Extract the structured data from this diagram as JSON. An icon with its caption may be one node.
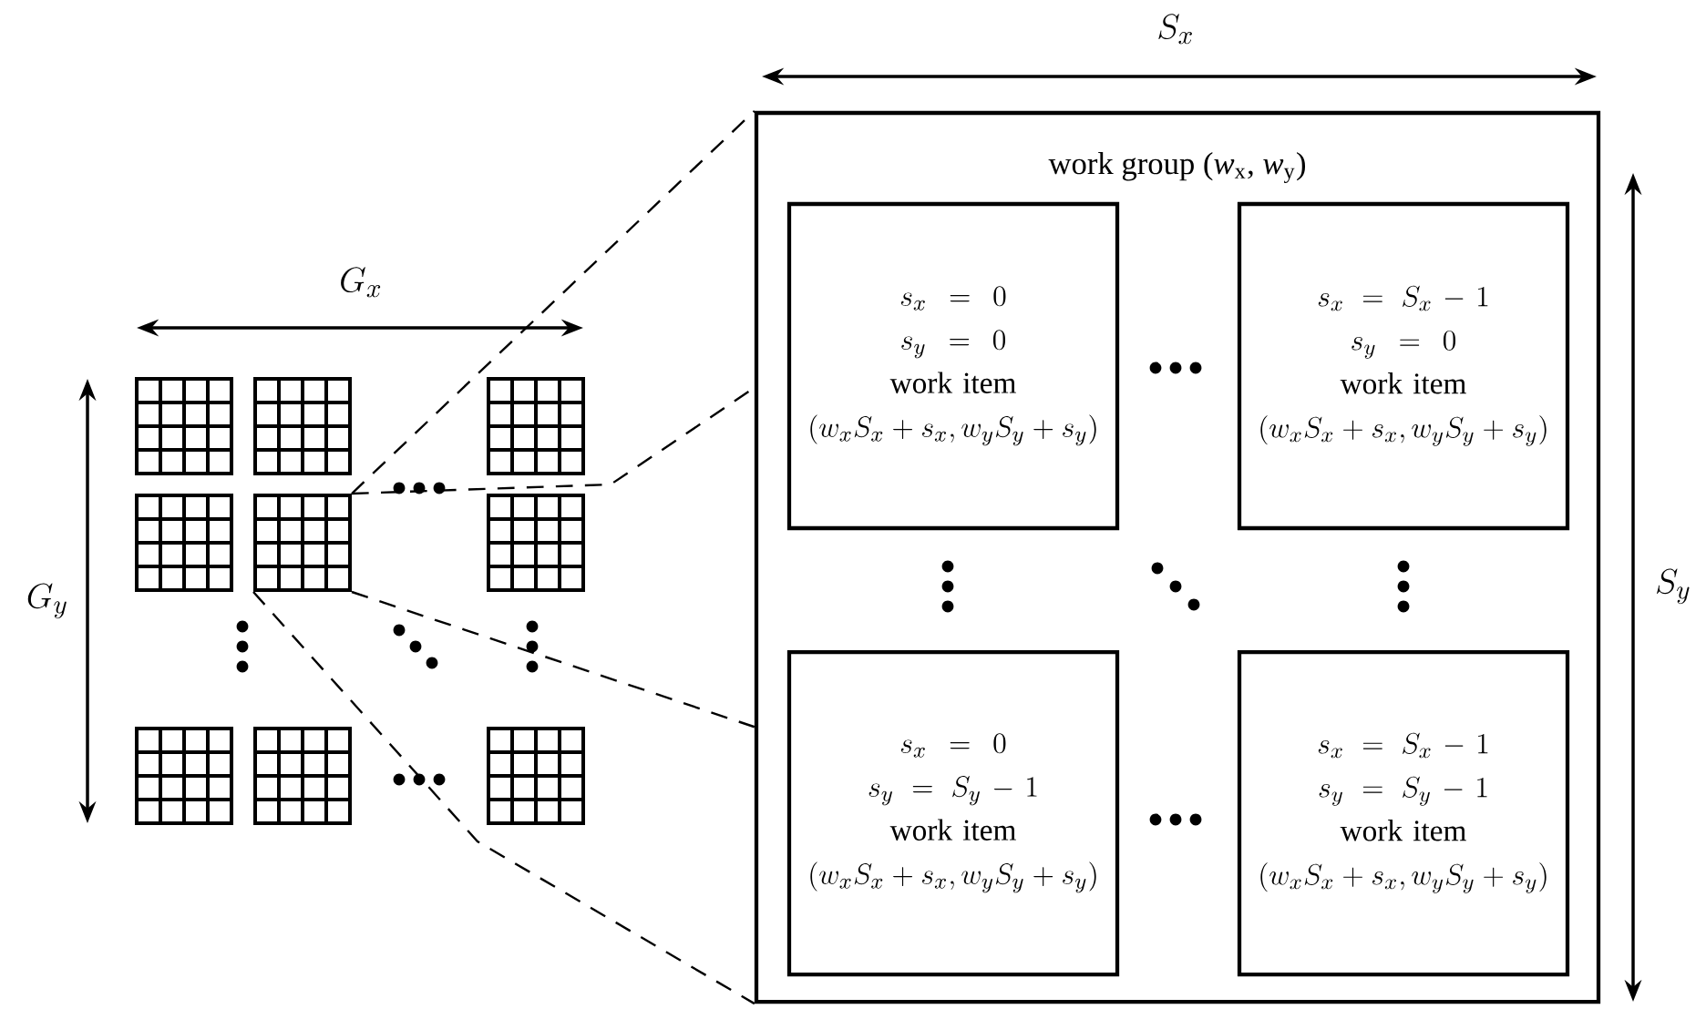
{
  "diagram": {
    "nodes": [
      {
        "text": [
          "work group (*w*$_{x}$, *w*$_{y}$)"
        ]
      },
      {
        "text": [
          "s_x = 0",
          "s_y = 0",
          "work item",
          "(w_xS_x + s_x, w_yS_y + s_y)"
        ],
        "in": 0
      },
      {
        "text": [
          "s_x = S_x - 1",
          "s_y = 0",
          "work item",
          "(w_xS_x + s_x, w_yS_y + s_y)"
        ],
        "in": 0
      },
      {
        "text": [
          "s_x = 0",
          "s_y = S_y - 1",
          "work item",
          "(w_xS_x + s_x, w_yS_y + s_y)"
        ],
        "in": 0
      },
      {
        "text": [
          "s_x = S_x - 1",
          "s_y = S_y - 1",
          "work item",
          "(w_xS_x + s_x, w_yS_y + s_y)"
        ],
        "in": 0
      },
      {
        "text": [],
        "shape": "grid"
      },
      {
        "text": [],
        "shape": "grid"
      },
      {
        "text": [],
        "shape": "grid"
      },
      {
        "text": [],
        "shape": "grid"
      },
      {
        "text": [],
        "shape": "grid"
      },
      {
        "text": [],
        "shape": "grid"
      },
      {
        "text": [],
        "shape": "grid"
      },
      {
        "text": [],
        "shape": "grid"
      },
      {
        "text": [],
        "shape": "grid"
      }
    ],
    "edges": [
      {
        "from": 9,
        "to": 0,
        "arrow": "none",
        "style": "dashed"
      },
      {
        "from": 9,
        "to": 0,
        "arrow": "none",
        "style": "dashed"
      },
      {
        "from": 9,
        "to": 0,
        "arrow": "none",
        "style": "dashed"
      },
      {
        "from": 9,
        "to": 0,
        "arrow": "none",
        "style": "dashed"
      }
    ],
    "labels": [
      "S_x",
      "G_x",
      "G_y",
      "S_y"
    ]
  }
}
